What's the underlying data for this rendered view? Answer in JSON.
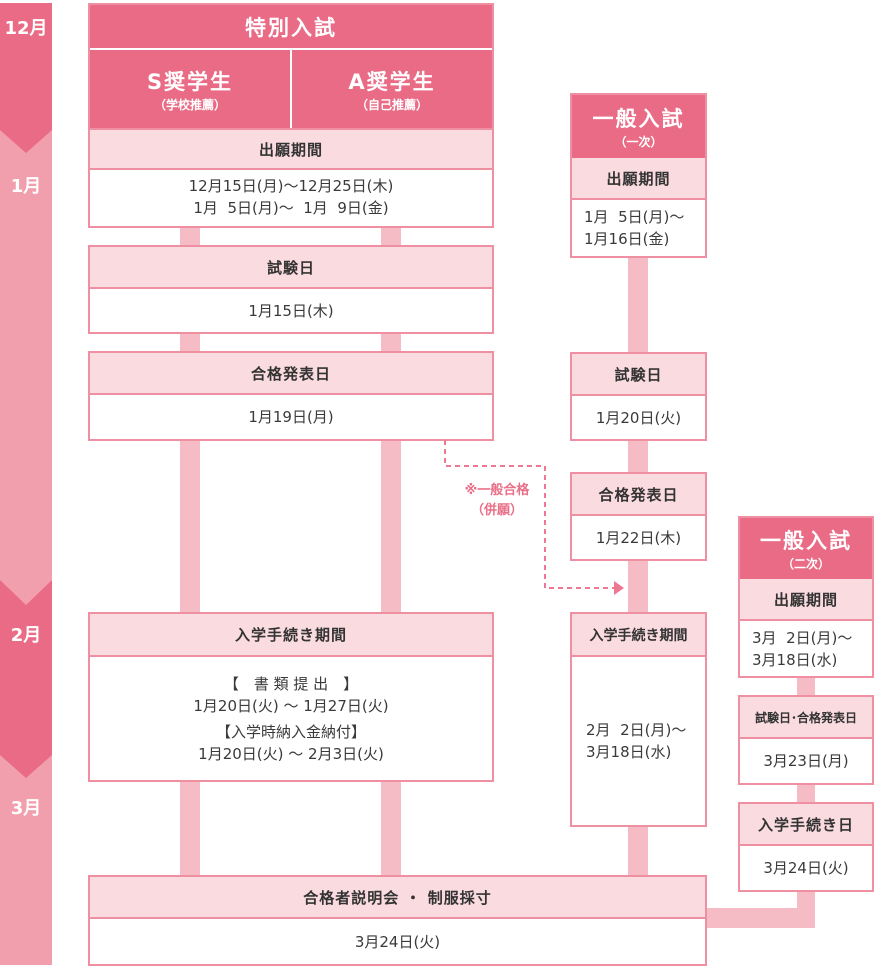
{
  "months": [
    "12月",
    "1月",
    "2月",
    "3月"
  ],
  "special": {
    "title": "特別入試",
    "s_title": "S奨学生",
    "s_sub": "（学校推薦）",
    "a_title": "A奨学生",
    "a_sub": "（自己推薦）",
    "apply_label": "出願期間",
    "apply_lines": [
      "12月15日(月)～12月25日(木)",
      "1月  5日(月)～  1月  9日(金)"
    ],
    "exam_label": "試験日",
    "exam_date": "1月15日(木)",
    "result_label": "合格発表日",
    "result_date": "1月19日(月)",
    "enroll_label": "入学手続き期間",
    "enroll_lines": [
      "【　書 類 提 出　】",
      "1月20日(火) ～ 1月27日(火)",
      "【入学時納入金納付】",
      "1月20日(火) ～ 2月3日(火)"
    ]
  },
  "general1": {
    "title": "一般入試",
    "sub": "（一次）",
    "apply_label": "出願期間",
    "apply_lines": [
      "1月  5日(月)～",
      "1月16日(金)"
    ],
    "exam_label": "試験日",
    "exam_date": "1月20日(火)",
    "result_label": "合格発表日",
    "result_date": "1月22日(木)",
    "enroll_label": "入学手続き期間",
    "enroll_lines": [
      "2月  2日(月)～",
      "3月18日(水)"
    ]
  },
  "general2": {
    "title": "一般入試",
    "sub": "（二次）",
    "apply_label": "出願期間",
    "apply_lines": [
      "3月  2日(月)～",
      "3月18日(水)"
    ],
    "exam_label": "試験日･合格発表日",
    "exam_date": "3月23日(月)",
    "enroll_label": "入学手続き日",
    "enroll_date": "3月24日(火)"
  },
  "note": [
    "※一般合格",
    "（併願）"
  ],
  "briefing": {
    "label": "合格者説明会 ・ 制服採寸",
    "date": "3月24日(火)"
  },
  "colors": {
    "dark": "#e96b85",
    "light": "#f19fad",
    "header": "#fadbe0",
    "connector": "#f6bcc5"
  }
}
